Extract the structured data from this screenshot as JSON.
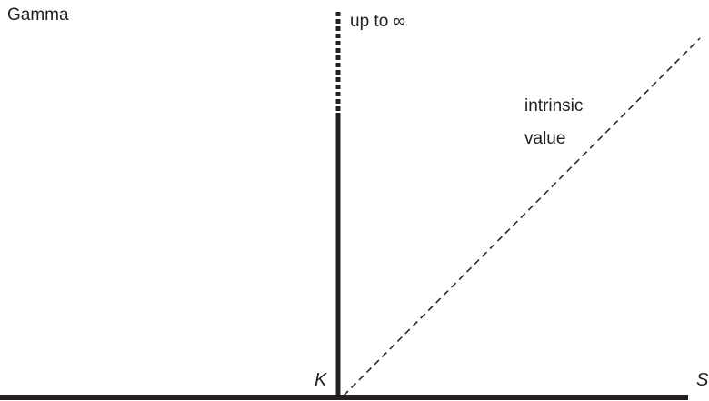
{
  "labels": {
    "y_axis": "Gamma",
    "spike_note": "up to ∞",
    "intrinsic_line1": "intrinsic",
    "intrinsic_line2": "value",
    "strike": "K",
    "x_axis": "S"
  },
  "colors": {
    "ink": "#231f20",
    "background": "#ffffff"
  }
}
